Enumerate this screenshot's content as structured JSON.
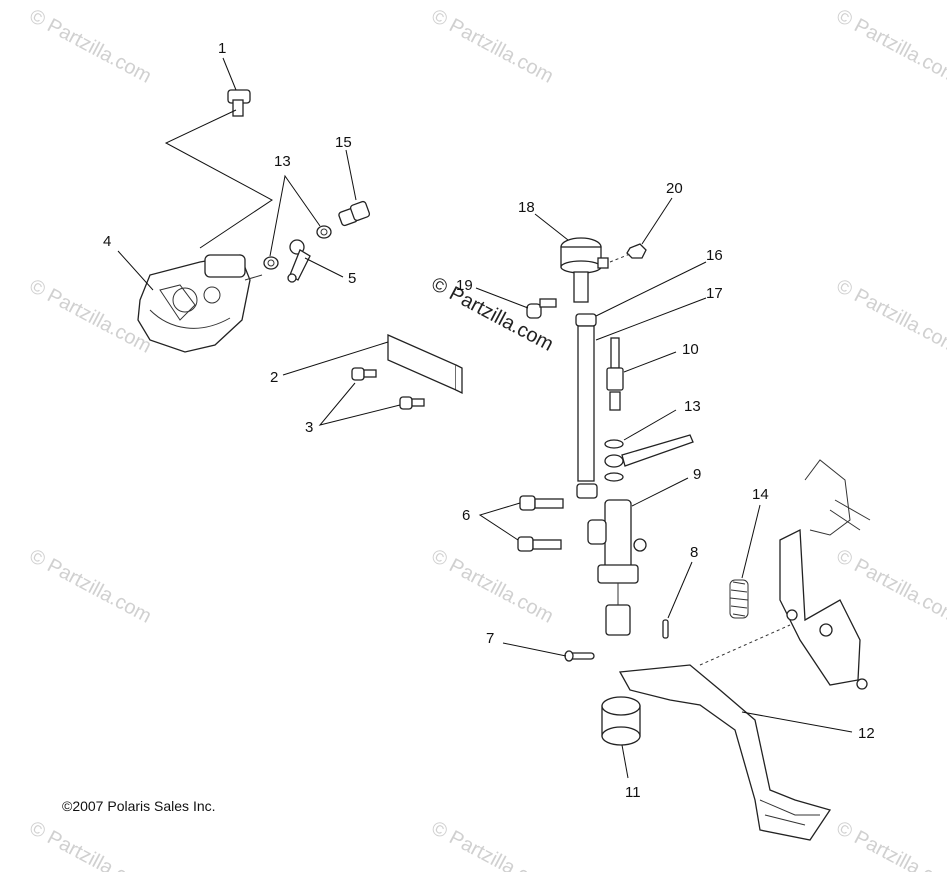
{
  "watermark_text": "© Partzilla.com",
  "center_watermark_text": "© Partzilla.com",
  "copyright": "©2007 Polaris Sales Inc.",
  "callouts": {
    "c1": "1",
    "c2": "2",
    "c3": "3",
    "c4": "4",
    "c5": "5",
    "c6": "6",
    "c7": "7",
    "c8": "8",
    "c9": "9",
    "c10": "10",
    "c11": "11",
    "c12": "12",
    "c13a": "13",
    "c13b": "13",
    "c14": "14",
    "c15": "15",
    "c16": "16",
    "c17": "17",
    "c18": "18",
    "c19": "19",
    "c20": "20"
  }
}
